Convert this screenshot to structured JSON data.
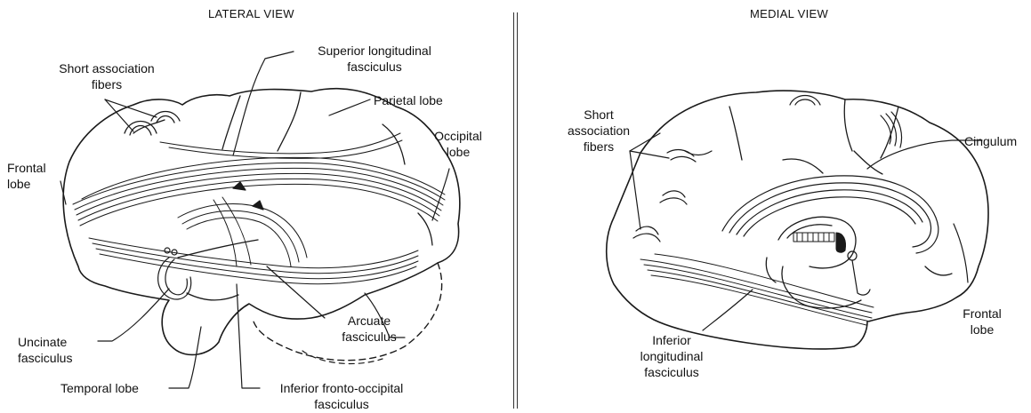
{
  "lateral": {
    "title": "LATERAL VIEW",
    "labels": {
      "short_association": [
        "Short association",
        "fibers"
      ],
      "superior_longitudinal": [
        "Superior longitudinal",
        "fasciculus"
      ],
      "parietal_lobe": "Parietal lobe",
      "occipital_lobe": [
        "Occipital",
        "lobe"
      ],
      "frontal_lobe": [
        "Frontal",
        "lobe"
      ],
      "uncinate": [
        "Uncinate",
        "fasciculus"
      ],
      "temporal_lobe": "Temporal lobe",
      "arcuate": [
        "Arcuate",
        "fasciculus"
      ],
      "inferior_fronto_occipital": [
        "Inferior fronto-occipital",
        "fasciculus"
      ]
    }
  },
  "medial": {
    "title": "MEDIAL VIEW",
    "labels": {
      "short_association": [
        "Short",
        "association",
        "fibers"
      ],
      "cingulum": "Cingulum",
      "frontal_lobe": [
        "Frontal",
        "lobe"
      ],
      "inferior_longitudinal": [
        "Inferior",
        "longitudinal",
        "fasciculus"
      ]
    }
  }
}
